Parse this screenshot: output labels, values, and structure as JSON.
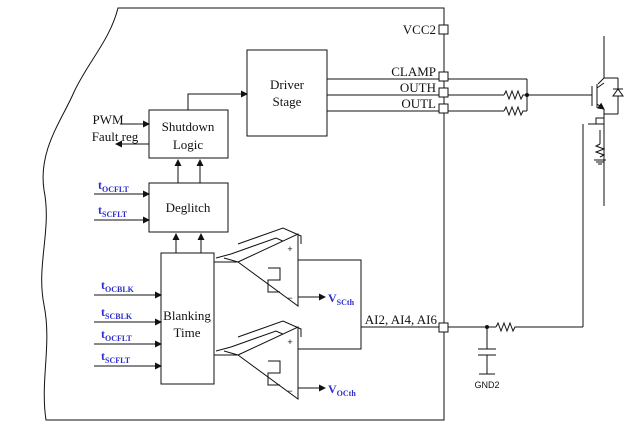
{
  "blocks": {
    "driver_stage": [
      "Driver",
      "Stage"
    ],
    "shutdown_logic": [
      "Shutdown",
      "Logic"
    ],
    "deglitch": "Deglitch",
    "blanking_time": [
      "Blanking",
      "Time"
    ]
  },
  "pins": {
    "vcc2": "VCC2",
    "clamp": "CLAMP",
    "outh": "OUTH",
    "outl": "OUTL",
    "ai": "AI2, AI4, AI6",
    "gnd2": "GND2"
  },
  "signals": {
    "pwm": "PWM",
    "fault_reg": "Fault reg",
    "t_ocflt_1": {
      "main": "t",
      "sub": "OCFLT"
    },
    "t_scflt_1": {
      "main": "t",
      "sub": "SCFLT"
    },
    "t_ocblk": {
      "main": "t",
      "sub": "OCBLK"
    },
    "t_scblk": {
      "main": "t",
      "sub": "SCBLK"
    },
    "t_ocflt_2": {
      "main": "t",
      "sub": "OCFLT"
    },
    "t_scflt_2": {
      "main": "t",
      "sub": "SCFLT"
    },
    "v_scth": {
      "main": "V",
      "sub": "SCth"
    },
    "v_octh": {
      "main": "V",
      "sub": "OCth"
    }
  },
  "comparator_signs": {
    "plus": "+",
    "minus": "−"
  },
  "colors": {
    "accent_label": "#2b2bd0",
    "line": "#111111"
  }
}
